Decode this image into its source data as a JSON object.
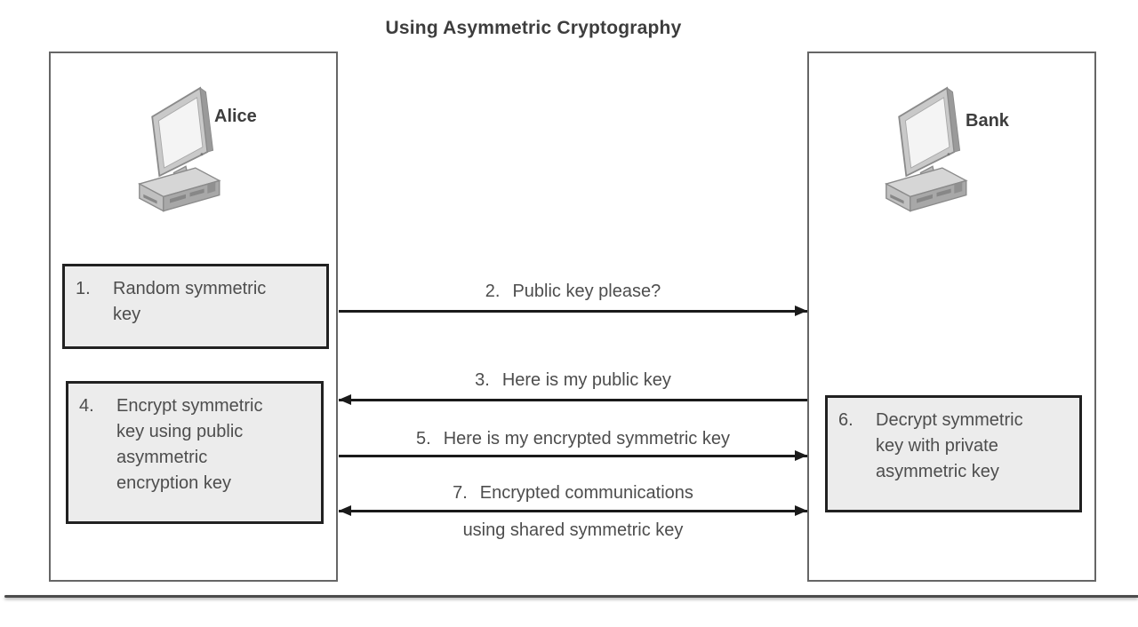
{
  "title": "Using Asymmetric Cryptography",
  "colors": {
    "text": "#4d4d4d",
    "title": "#3d3d3d",
    "box_fill": "#ececec",
    "box_border": "#212121",
    "panel_border": "#666666",
    "arrow": "#1a1a1a",
    "rule": "#4c4c4c"
  },
  "actors": {
    "alice": "Alice",
    "bank": "Bank"
  },
  "icons": {
    "alice": "computer-icon",
    "bank": "computer-icon"
  },
  "boxes": {
    "step1": {
      "num": "1.",
      "text": "Random symmetric\nkey"
    },
    "step4": {
      "num": "4.",
      "text": "Encrypt symmetric\nkey using public\nasymmetric\nencryption key"
    },
    "step6": {
      "num": "6.",
      "text": "Decrypt symmetric\nkey with private\nasymmetric key"
    }
  },
  "messages": {
    "step2": {
      "num": "2.",
      "text": "Public key please?",
      "direction": "right"
    },
    "step3": {
      "num": "3.",
      "text": "Here is my public key",
      "direction": "left"
    },
    "step5": {
      "num": "5.",
      "text": "Here is my encrypted symmetric key",
      "direction": "right"
    },
    "step7": {
      "num": "7.",
      "text": "Encrypted communications",
      "text_below": "using shared symmetric key",
      "direction": "both"
    }
  }
}
